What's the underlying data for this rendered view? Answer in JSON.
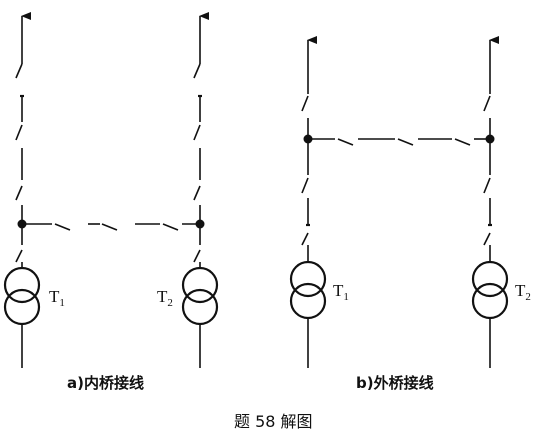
{
  "diagram_a": {
    "caption": "a)内桥接线",
    "t1": {
      "letter": "T",
      "sub": "1"
    },
    "t2": {
      "letter": "T",
      "sub": "2"
    }
  },
  "diagram_b": {
    "caption": "b)外桥接线",
    "t1": {
      "letter": "T",
      "sub": "1"
    },
    "t2": {
      "letter": "T",
      "sub": "2"
    }
  },
  "figure_title": "题 58 解图"
}
